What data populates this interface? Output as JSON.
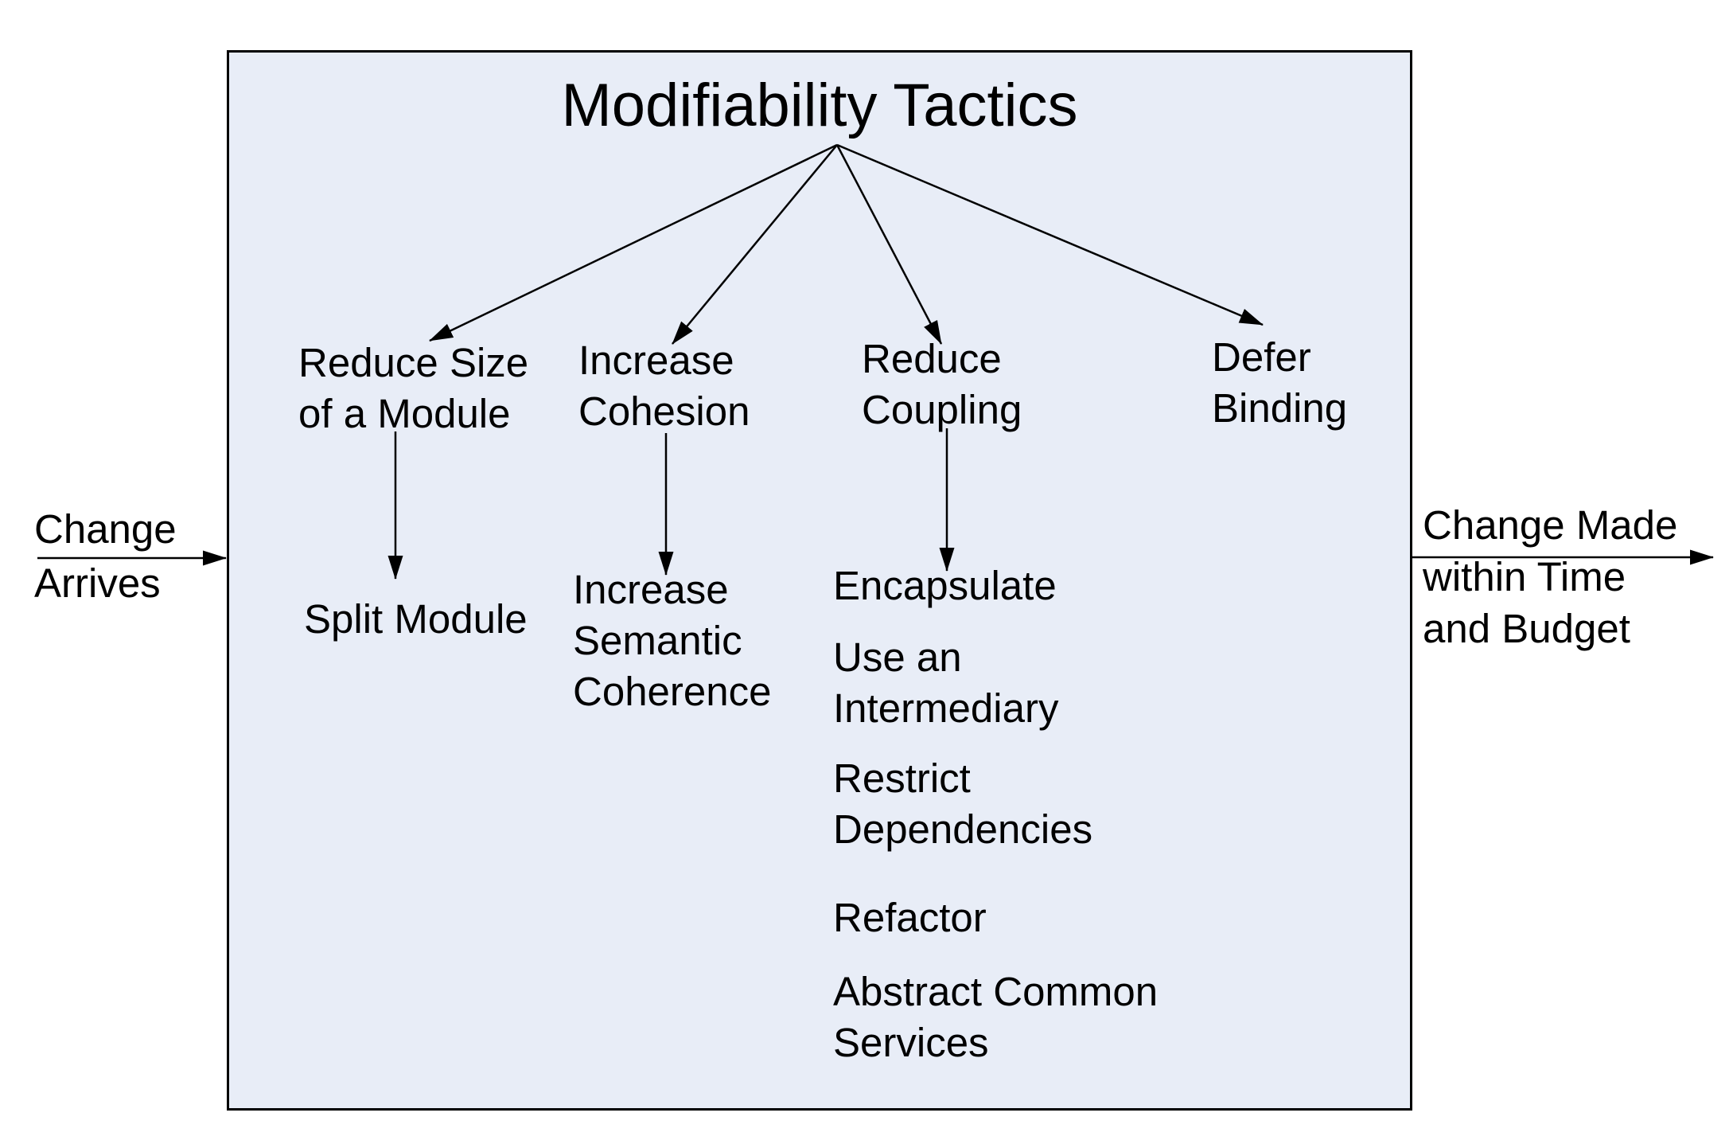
{
  "diagram": {
    "title": "Modifiability Tactics",
    "input": {
      "label": "Change\nArrives"
    },
    "output": {
      "label": "Change Made\nwithin Time\nand Budget"
    },
    "categories": [
      {
        "id": "reduce-size",
        "label": "Reduce Size\nof a Module"
      },
      {
        "id": "increase-cohesion",
        "label": "Increase\nCohesion"
      },
      {
        "id": "reduce-coupling",
        "label": "Reduce\nCoupling"
      },
      {
        "id": "defer-binding",
        "label": "Defer\nBinding"
      }
    ],
    "tactics": [
      {
        "category": "reduce-size",
        "label": "Split Module"
      },
      {
        "category": "increase-cohesion",
        "label": "Increase\nSemantic\nCoherence"
      },
      {
        "category": "reduce-coupling",
        "label": "Encapsulate"
      },
      {
        "category": "reduce-coupling",
        "label": "Use an\nIntermediary"
      },
      {
        "category": "reduce-coupling",
        "label": "Restrict\nDependencies"
      },
      {
        "category": "reduce-coupling",
        "label": "Refactor"
      },
      {
        "category": "reduce-coupling",
        "label": "Abstract Common\nServices"
      }
    ],
    "colors": {
      "box_fill": "#e8edf7",
      "box_border": "#000000",
      "text": "#000000",
      "arrow": "#000000",
      "canvas": "#ffffff"
    }
  }
}
